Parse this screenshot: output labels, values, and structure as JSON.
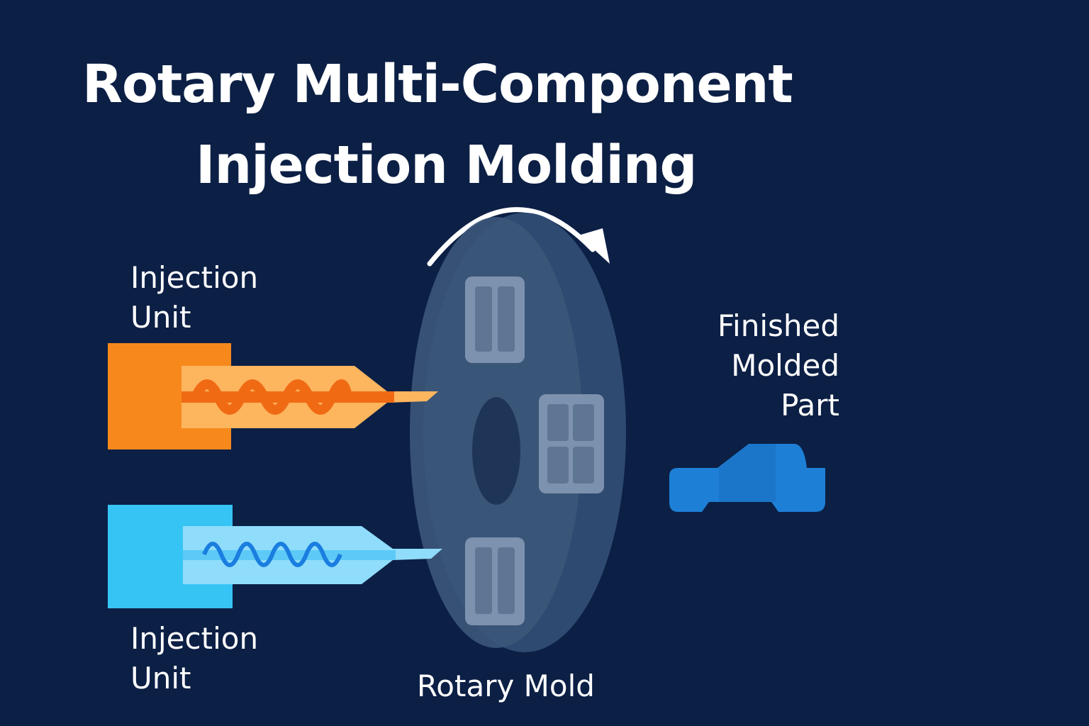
{
  "title": {
    "line1": "Rotary Multi-Component",
    "line2": "Injection Molding"
  },
  "labels": {
    "top_injection_unit": "Injection\nUnit",
    "bottom_injection_unit": "Injection\nUnit",
    "rotary_mold": "Rotary Mold",
    "finished_part": "Finished\nMolded\nPart"
  },
  "colors": {
    "background": "#0c1f45",
    "unit_1_body": "#f7891c",
    "unit_1_barrel": "#fdb55e",
    "unit_1_screw": "#f06a14",
    "unit_2_body": "#36c4f5",
    "unit_2_barrel": "#8fdcfb",
    "unit_2_screw": "#1a7ee0",
    "mold": "#3a5578",
    "part": "#1d7fd6"
  },
  "icons": {
    "rotation": "curved-arrow-icon"
  }
}
